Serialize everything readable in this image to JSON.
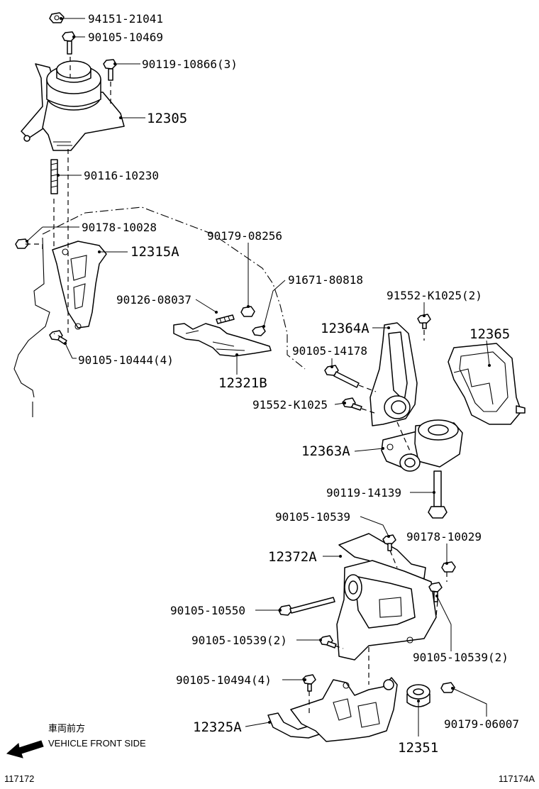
{
  "parts": [
    {
      "id": "p94151",
      "label": "94151-21041"
    },
    {
      "id": "p90105_10469",
      "label": "90105-10469"
    },
    {
      "id": "p90119_10866",
      "label": "90119-10866(3)"
    },
    {
      "id": "p12305",
      "label": "12305"
    },
    {
      "id": "p90116",
      "label": "90116-10230"
    },
    {
      "id": "p90178_10028",
      "label": "90178-10028"
    },
    {
      "id": "p12315A",
      "label": "12315A"
    },
    {
      "id": "p90179_08256",
      "label": "90179-08256"
    },
    {
      "id": "p91671",
      "label": "91671-80818"
    },
    {
      "id": "p90126",
      "label": "90126-08037"
    },
    {
      "id": "p91552_2",
      "label": "91552-K1025(2)"
    },
    {
      "id": "p12364A",
      "label": "12364A"
    },
    {
      "id": "p12365",
      "label": "12365"
    },
    {
      "id": "p90105_14178",
      "label": "90105-14178"
    },
    {
      "id": "p90105_10444",
      "label": "90105-10444(4)"
    },
    {
      "id": "p12321B",
      "label": "12321B"
    },
    {
      "id": "p91552",
      "label": "91552-K1025"
    },
    {
      "id": "p12363A",
      "label": "12363A"
    },
    {
      "id": "p90119_14139",
      "label": "90119-14139"
    },
    {
      "id": "p90105_10539",
      "label": "90105-10539"
    },
    {
      "id": "p90178_10029",
      "label": "90178-10029"
    },
    {
      "id": "p12372A",
      "label": "12372A"
    },
    {
      "id": "p90105_10550",
      "label": "90105-10550"
    },
    {
      "id": "p90105_10539_2a",
      "label": "90105-10539(2)"
    },
    {
      "id": "p90105_10539_2b",
      "label": "90105-10539(2)"
    },
    {
      "id": "p90105_10494",
      "label": "90105-10494(4)"
    },
    {
      "id": "p90179_06007",
      "label": "90179-06007"
    },
    {
      "id": "p12325A",
      "label": "12325A"
    },
    {
      "id": "p12351",
      "label": "12351"
    }
  ],
  "orientation": {
    "japanese": "車両前方",
    "english": "VEHICLE FRONT SIDE"
  },
  "refs": {
    "left": "117172",
    "right": "117174A"
  }
}
